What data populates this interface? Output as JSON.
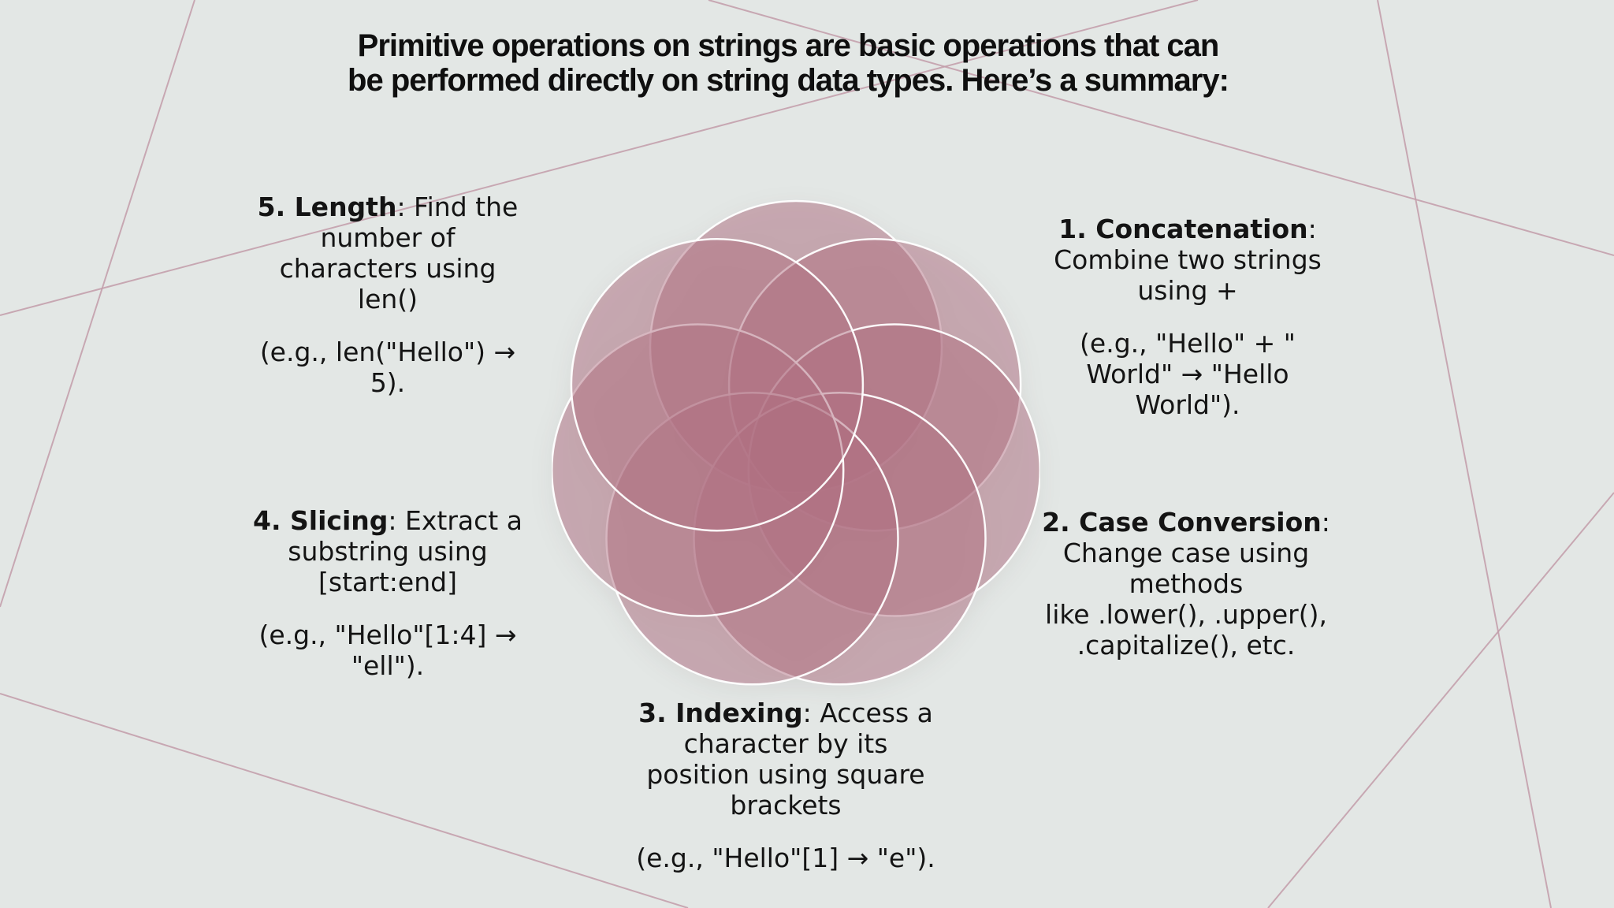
{
  "colors": {
    "background": "#e3e7e5",
    "decorative_line": "#c39daa",
    "text": "#141414"
  },
  "title": {
    "line1": "Primitive operations on strings are basic operations that can",
    "line2": "be performed directly on string data types. Here’s a summary:"
  },
  "venn": {
    "petal_count": 7,
    "petal_fill": "#b07082",
    "petal_opacity": 0.5,
    "petal_stroke": "#ffffff"
  },
  "blocks": [
    {
      "id": "concatenation",
      "label": "1. Concatenation",
      "desc": ":\nCombine two strings\nusing +",
      "example": "(e.g., \"Hello\" + \"\nWorld\" → \"Hello\nWorld\")."
    },
    {
      "id": "case-conversion",
      "label": "2. Case Conversion",
      "desc": ":\nChange case using\nmethods\nlike .lower(), .upper(),\n.capitalize(), etc."
    },
    {
      "id": "indexing",
      "label": "3. Indexing",
      "desc": ": Access a\ncharacter by its\nposition using square\nbrackets",
      "example": "(e.g., \"Hello\"[1] → \"e\")."
    },
    {
      "id": "slicing",
      "label": "4. Slicing",
      "desc": ": Extract a\nsubstring using\n[start:end]",
      "example": "(e.g., \"Hello\"[1:4] →\n\"ell\")."
    },
    {
      "id": "length",
      "label": "5. Length",
      "desc": ": Find the\nnumber of\ncharacters using\nlen()",
      "example": "(e.g., len(\"Hello\") →\n5)."
    }
  ]
}
